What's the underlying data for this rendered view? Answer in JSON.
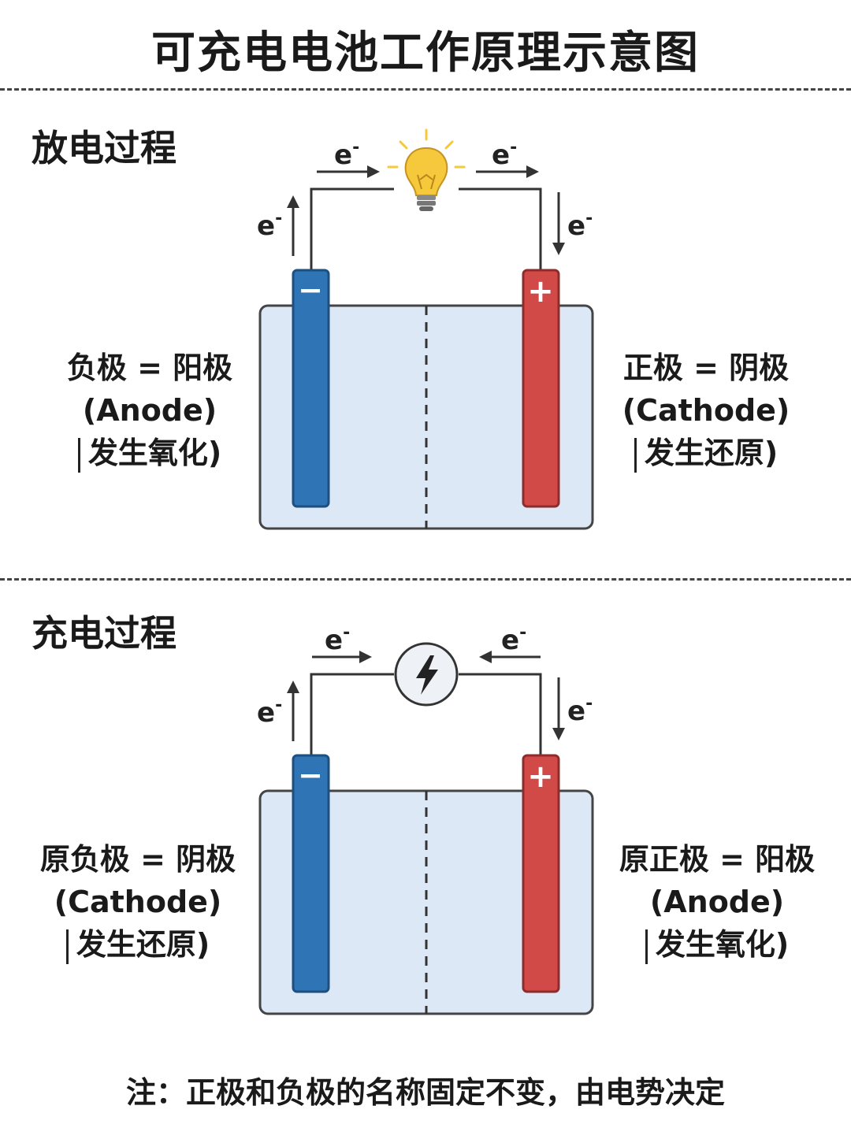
{
  "title": "可充电电池工作原理示意图",
  "discharge": {
    "section_title": "放电过程",
    "left_label": [
      "负极 = 阳极",
      "(Anode)",
      "发生氧化)"
    ],
    "right_label": [
      "正极 = 阴极",
      "(Cathode)",
      "发生还原)"
    ],
    "device": "bulb-icon"
  },
  "charge": {
    "section_title": "充电过程",
    "left_label": [
      "原负极 = 阴极",
      "(Cathode)",
      "发生还原)"
    ],
    "right_label": [
      "原正极 = 阳极",
      "(Anode)",
      "发生氧化)"
    ],
    "device": "lightning-icon"
  },
  "electron": {
    "base": "e",
    "sup": "-"
  },
  "electrodes": {
    "negative_sign": "−",
    "positive_sign": "+"
  },
  "colors": {
    "negative_electrode": "#2f75b5",
    "positive_electrode": "#d14a48",
    "electrolyte": "#dde8f6",
    "bulb": "#f5c93b",
    "wire": "#333333"
  },
  "note": "注：正极和负极的名称固定不变，由电势决定"
}
